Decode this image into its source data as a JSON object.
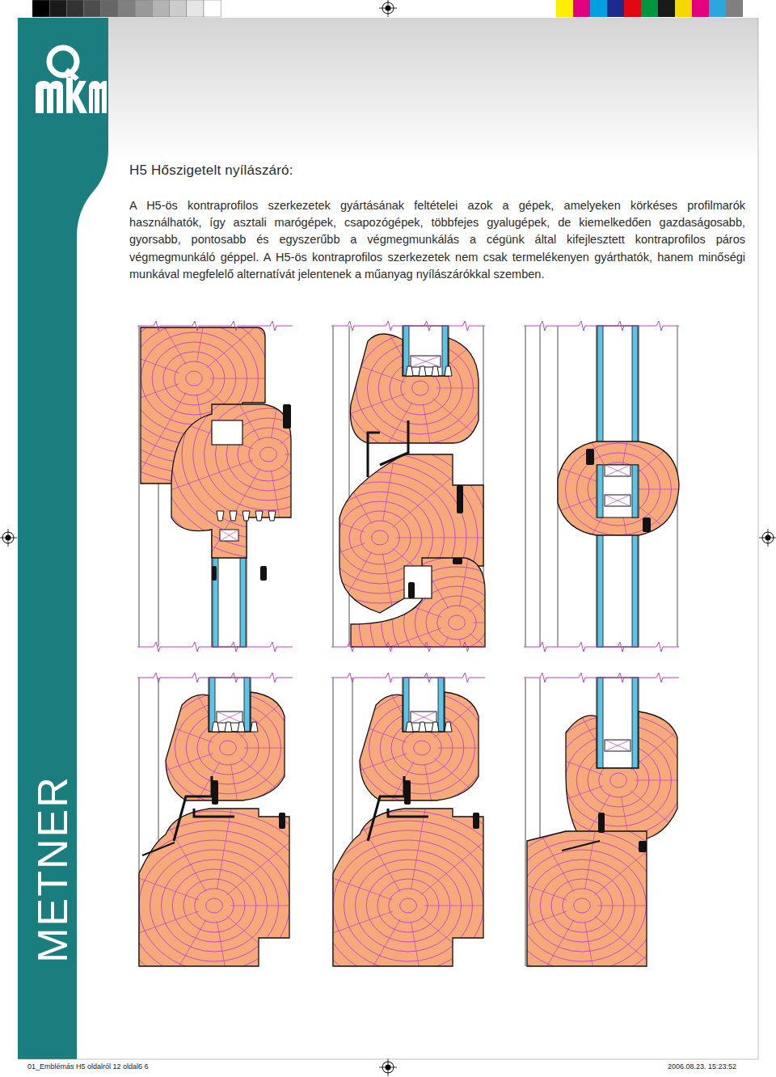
{
  "diagram": {
    "title": "H5 Hőszigetelt nyílászáró:",
    "labels": [
      "A H5-ös kontraprofilos szerkezetek gyártásának feltételei azok a gépek, amelyeken körkéses profilmarók használhatók, így asztali marógépek, csapozógépek, többfejes gyalugépek, de kiemelkedően gazdaságosabb, gyorsabb, pontosabb és egyszerűbb a végmegmunkálás a cégünk által kifejlesztett kontraprofilos páros végmegmunkáló géppel. A H5-ös kontraprofilos szerkezetek nem csak termelékenyen gyárthatók, hanem minőségi munkával megfelelő alternatívát jelentenek a műanyag nyílászárókkal szemben.",
      "METNER",
      "01_Emblémás H5 oldalról 12 oldal6 6",
      "2006.08.23. 15:23:52"
    ]
  }
}
